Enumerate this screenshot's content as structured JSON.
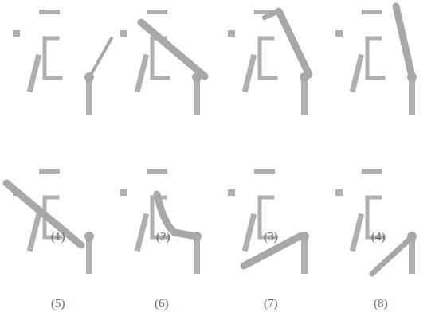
{
  "diagram": {
    "labels": [
      "(1)",
      "(2)",
      "(3)",
      "(4)",
      "(5)",
      "(6)",
      "(7)",
      "(8)"
    ]
  }
}
